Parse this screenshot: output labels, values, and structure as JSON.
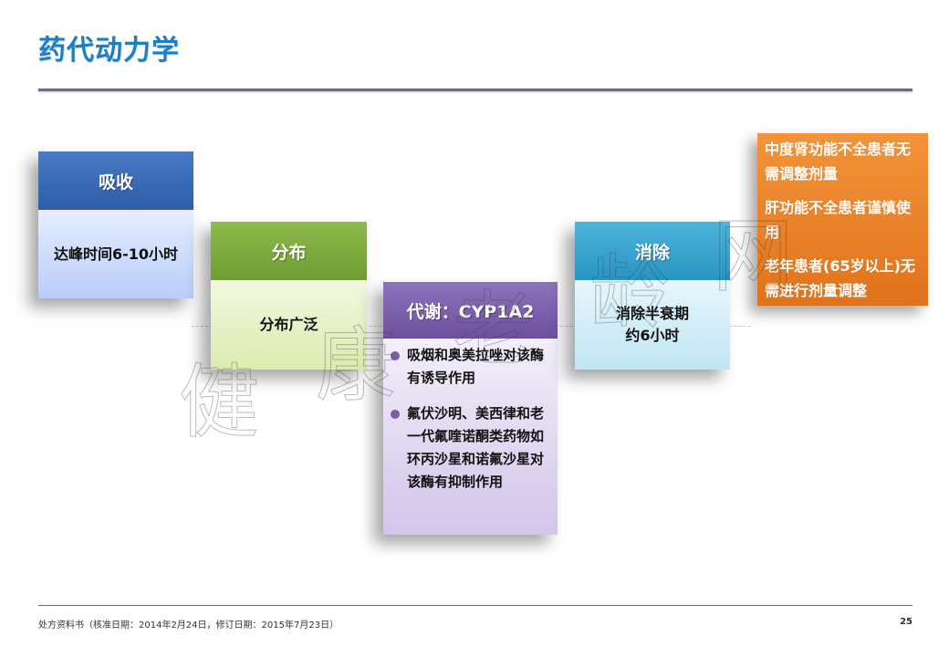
{
  "title": "药代动力学",
  "cards": {
    "absorption": {
      "header": "吸收",
      "body": "达峰时间6-10小时"
    },
    "distribution": {
      "header": "分布",
      "body": "分布广泛"
    },
    "metabolism": {
      "header": "代谢：CYP1A2",
      "bullets": [
        "吸烟和奥美拉唑对该酶有诱导作用",
        "氟伏沙明、美西律和老一代氟喹诺酮类药物如环丙沙星和诺氟沙星对该酶有抑制作用"
      ]
    },
    "elimination": {
      "header": "消除",
      "body_line1": "消除半衰期",
      "body_line2": "约6小时"
    }
  },
  "notes": [
    "中度肾功能不全患者无需调整剂量",
    "肝功能不全患者谨慎使用",
    "老年患者(65岁以上)无需进行剂量调整"
  ],
  "watermark": [
    "健",
    "康",
    "老",
    "龄",
    "网"
  ],
  "footer": "处方资料书（核准日期：2014年2月24日，修订日期：2015年7月23日）",
  "page_number": "25",
  "colors": {
    "title": "#1a7fc4",
    "absorption": "#2d5ea8",
    "distribution": "#6e9c30",
    "metabolism": "#6c509e",
    "elimination": "#2994c2",
    "notes": "#e0731c"
  }
}
